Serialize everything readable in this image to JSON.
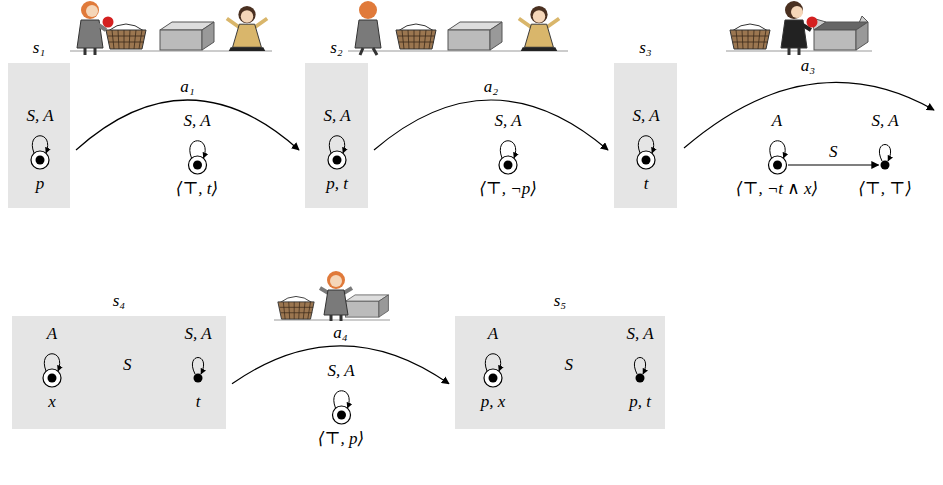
{
  "diagram": {
    "nodes": [
      {
        "text": [
          "s₁"
        ]
      },
      {
        "text": [
          "S, A",
          "p"
        ],
        "in": 0
      },
      {
        "text": [
          "S, A",
          "⟨⊤, t⟩"
        ]
      },
      {
        "text": [
          "s₂"
        ]
      },
      {
        "text": [
          "S, A",
          "p, t"
        ],
        "in": 3
      },
      {
        "text": [
          "S, A",
          "⟨⊤, ¬p⟩"
        ]
      },
      {
        "text": [
          "s₃"
        ]
      },
      {
        "text": [
          "S, A",
          "t"
        ],
        "in": 6
      },
      {
        "text": [
          "A",
          "⟨⊤, ¬t ∧ x⟩"
        ]
      },
      {
        "text": [
          "S, A",
          "⟨⊤, ⊤⟩"
        ]
      },
      {
        "text": [
          "s₄"
        ]
      },
      {
        "text": [
          "A",
          "x"
        ],
        "in": 10
      },
      {
        "text": [
          "S, A",
          "t"
        ],
        "in": 10
      },
      {
        "text": [
          "S, A",
          "⟨⊤, p⟩"
        ]
      },
      {
        "text": [
          "s₅"
        ]
      },
      {
        "text": [
          "A",
          "p, x"
        ],
        "in": 14
      },
      {
        "text": [
          "S, A",
          "p, t"
        ],
        "in": 14
      }
    ],
    "edges": [
      {
        "from": 0,
        "to": 3,
        "label": "a₁",
        "arrow": "to"
      },
      {
        "from": 3,
        "to": 6,
        "label": "a₂",
        "arrow": "to"
      },
      {
        "from": 10,
        "to": 14,
        "label": "a₄",
        "arrow": "to"
      },
      {
        "from": 8,
        "to": 9,
        "label": "S",
        "arrow": "to"
      },
      {
        "from": 11,
        "to": 12,
        "label": "S",
        "arrow": "to"
      },
      {
        "from": 15,
        "to": 16,
        "label": "S",
        "arrow": "to"
      }
    ],
    "labels": [
      "a₃"
    ]
  }
}
